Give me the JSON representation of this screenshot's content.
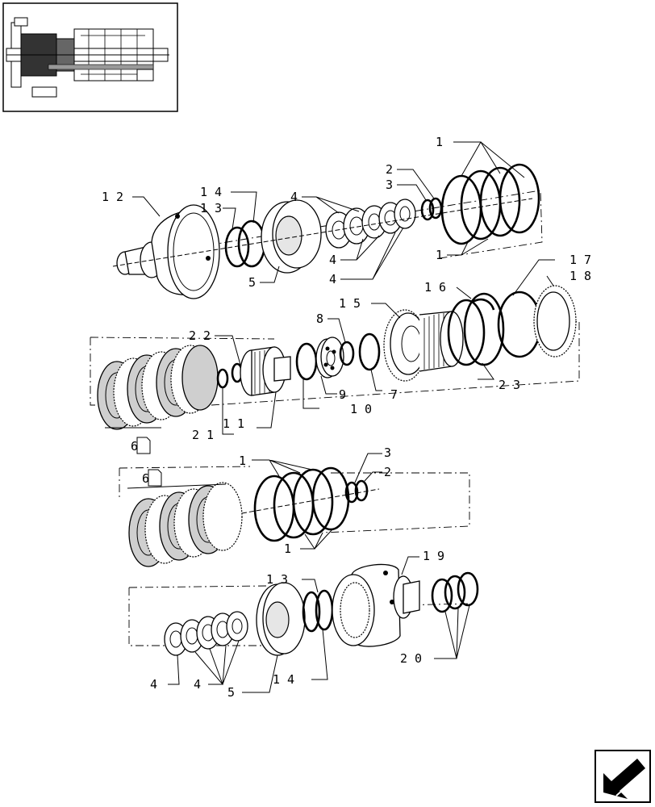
{
  "callouts": {
    "c1a": "1",
    "c1b": "1",
    "c2a": "2",
    "c3a": "3",
    "c4a": "4",
    "c4b": "4",
    "c4c": "4",
    "c5a": "5",
    "c12": "1 2",
    "c13a": "1 3",
    "c14a": "1 4",
    "c16": "1 6",
    "c15": "1 5",
    "c17": "1 7",
    "c18": "1 8",
    "c22": "2 2",
    "c8": "8",
    "c9": "9",
    "c10": "1 0",
    "c7": "7",
    "c23": "2 3",
    "c21": "2 1",
    "c11": "1 1",
    "c6a": "6",
    "c6b": "6",
    "c1c": "1",
    "c3b": "3",
    "c2b": "2",
    "c1d": "1",
    "c19": "1 9",
    "c13b": "1 3",
    "c20": "2 0",
    "c4d": "4",
    "c4e": "4",
    "c5b": "5",
    "c14b": "1 4"
  },
  "icons": {
    "thumbnail": "transmission-section-thumbnail-icon",
    "nav": "previous-page-arrow-icon"
  }
}
